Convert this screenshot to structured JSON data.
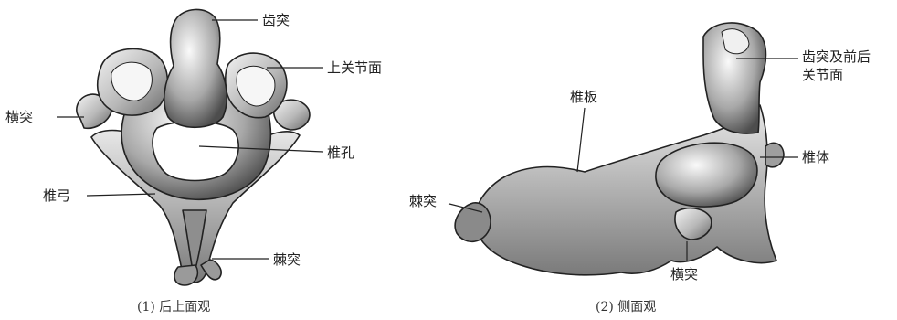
{
  "figure1": {
    "caption": "(1) 后上面观",
    "labels": {
      "dens": "齿突",
      "superior_articular_facet": "上关节面",
      "transverse_process": "横突",
      "vertebral_foramen": "椎孔",
      "vertebral_arch": "椎弓",
      "spinous_process": "棘突"
    }
  },
  "figure2": {
    "caption": "(2) 侧面观",
    "labels": {
      "dens_facets_line1": "齿突及前后",
      "dens_facets_line2": "关节面",
      "lamina": "椎板",
      "vertebral_body": "椎体",
      "spinous_process": "棘突",
      "transverse_process": "横突"
    }
  }
}
